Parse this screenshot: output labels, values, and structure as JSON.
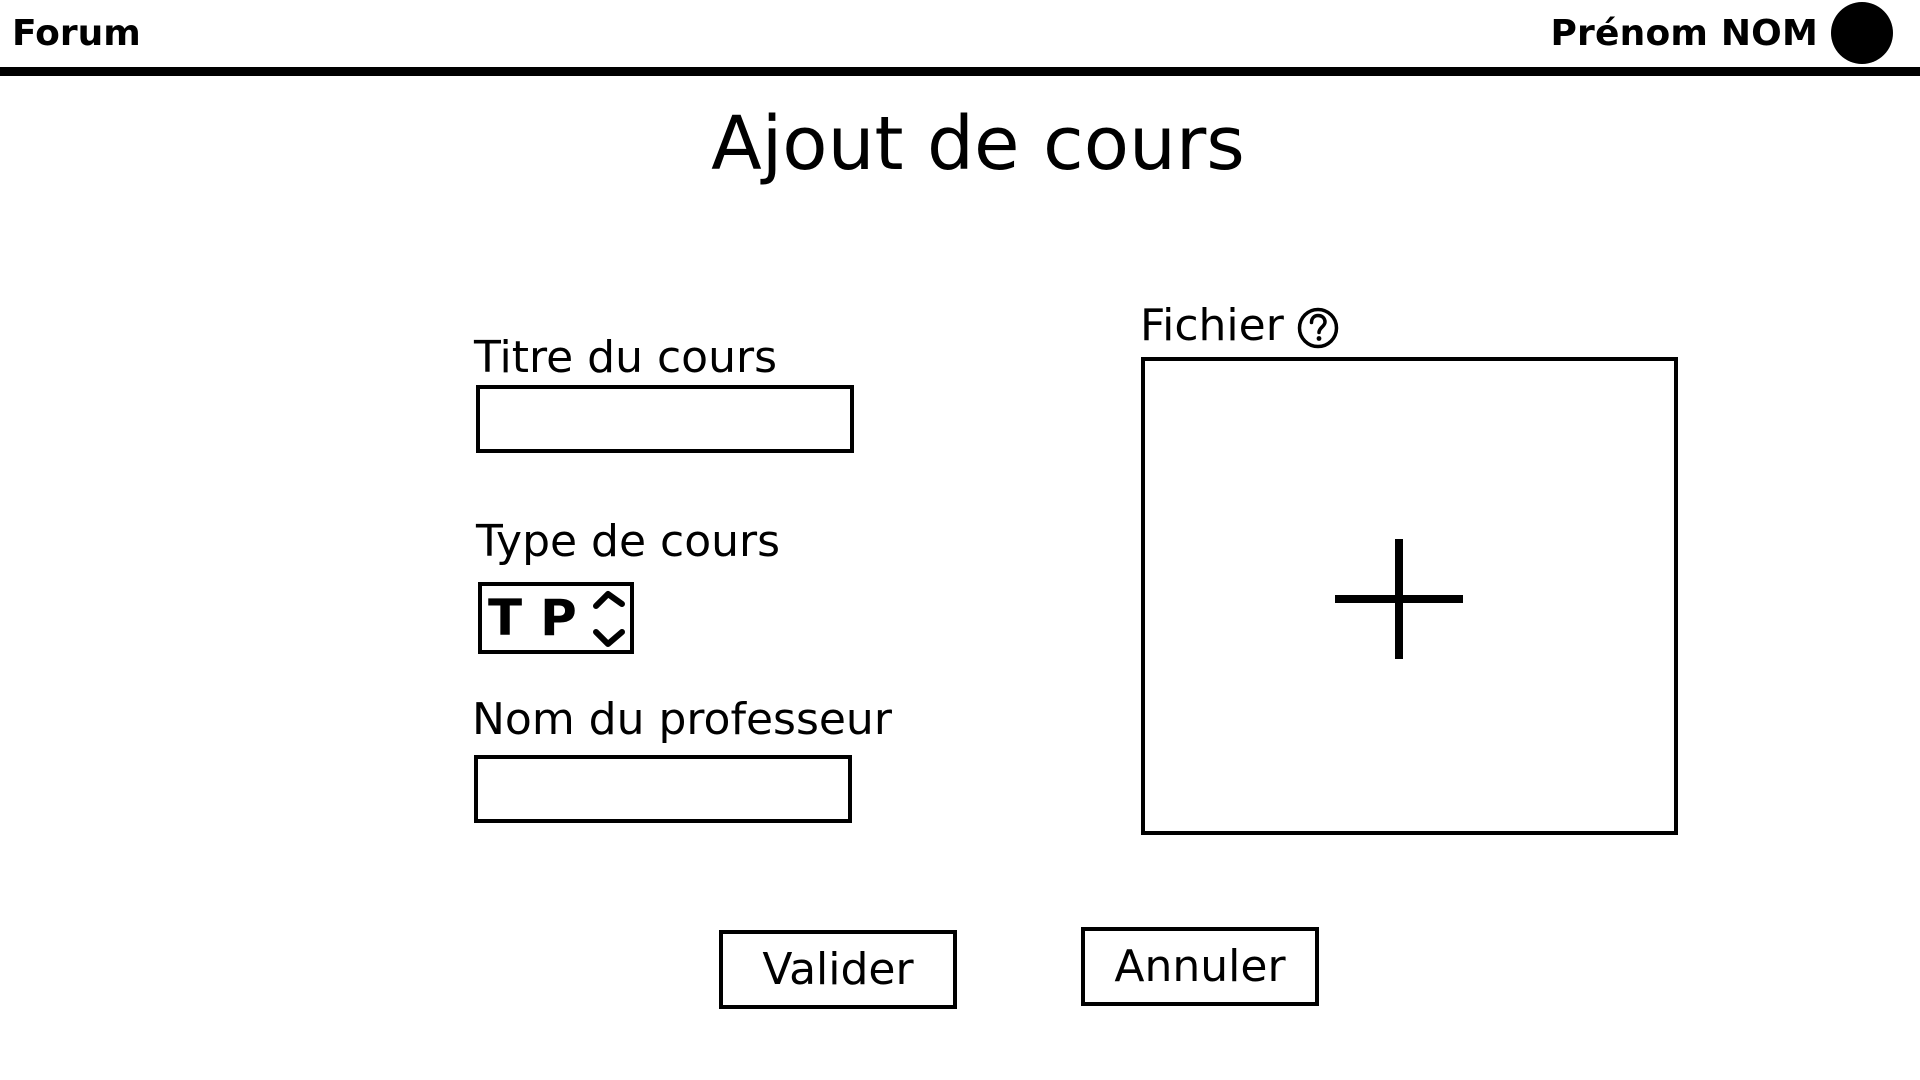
{
  "header": {
    "brand": "Forum",
    "user_name": "Prénom NOM",
    "avatar_icon": "user-avatar-icon"
  },
  "page": {
    "title": "Ajout de cours"
  },
  "form": {
    "course_title": {
      "label": "Titre du cours",
      "value": "",
      "placeholder": ""
    },
    "course_type": {
      "label": "Type de cours",
      "selected": "TP",
      "icon": "up-down-chevron-icon"
    },
    "teacher_name": {
      "label": "Nom du professeur",
      "value": "",
      "placeholder": ""
    },
    "file": {
      "label": "Fichier",
      "help_icon": "question-mark-icon",
      "drop_icon": "plus-icon"
    }
  },
  "actions": {
    "submit_label": "Valider",
    "cancel_label": "Annuler"
  },
  "colors": {
    "foreground": "#000000",
    "background": "#ffffff"
  }
}
